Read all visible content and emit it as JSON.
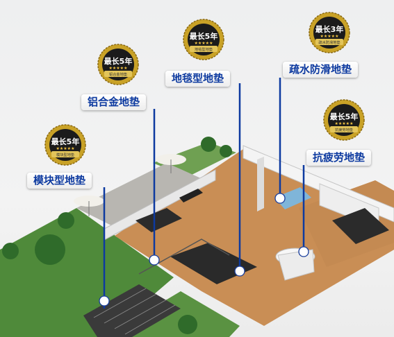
{
  "badges": [
    {
      "id": "aluminum",
      "top": "最长5年",
      "stars": "★★★★★",
      "bottom": "铝合金地垫"
    },
    {
      "id": "carpet",
      "top": "最长5年",
      "stars": "★★★★★",
      "bottom": "地毯型地垫"
    },
    {
      "id": "drain",
      "top": "最长3年",
      "stars": "★★★★★",
      "bottom": "疏水防滑地垫"
    },
    {
      "id": "antifatigue",
      "top": "最长5年",
      "stars": "★★★★★",
      "bottom": "抗疲劳地垫"
    },
    {
      "id": "modular",
      "top": "最长5年",
      "stars": "★★★★★",
      "bottom": "模块型地垫"
    }
  ],
  "labels": {
    "aluminum": "铝合金地垫",
    "carpet": "地毯型地垫",
    "drain": "疏水防滑地垫",
    "antifatigue": "抗疲劳地垫",
    "modular": "模块型地垫"
  },
  "colors": {
    "accent_blue": "#0d3aa0",
    "gold": "#c9a227",
    "badge_dark": "#1b1b1b"
  }
}
